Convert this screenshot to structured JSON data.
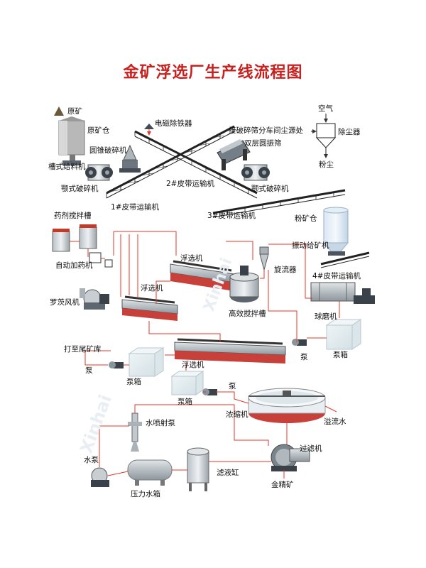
{
  "title": "金矿浮选厂生产线流程图",
  "colors": {
    "flow": "#e03a2a",
    "title": "#c8201e",
    "steel": "#8a949c",
    "dark": "#2c3338"
  },
  "labels": {
    "raw_ore": "原矿",
    "raw_bin": "原矿仓",
    "cone_crusher": "圆锥破碎机",
    "magnet": "电磁除铁器",
    "air": "空气",
    "dust_source": "接破碎筛分车间尘源处",
    "dust_collector": "除尘器",
    "dust": "粉尘",
    "double_screen": "双层圆振筛",
    "trough_feeder": "槽式给料机",
    "jaw_crusher_1": "颚式破碎机",
    "belt_2": "2#皮带运输机",
    "jaw_crusher_2": "颚式破碎机",
    "belt_1": "1#皮带运输机",
    "belt_3": "3#皮带运输机",
    "agent_tank": "药剂搅拌槽",
    "powder_bin": "粉矿仓",
    "vib_feeder": "振动给矿机",
    "auto_dosing": "自动加药机",
    "flotation_1": "浮选机",
    "hydrocyclone": "旋流器",
    "belt_4": "4#皮带运输机",
    "flotation_2": "浮选机",
    "roots_blower": "罗茨风机",
    "agitation_tank": "高效搅拌槽",
    "ball_mill": "球磨机",
    "tailings": "打至尾矿库",
    "pump_1": "泵",
    "pump_box_1": "泵箱",
    "flotation_3": "浮选机",
    "pump_2": "泵",
    "pump_box_2": "泵箱",
    "pump_box_3": "泵箱",
    "pump_3": "泵",
    "thickener": "浓缩机",
    "overflow": "溢流水",
    "jet_pump": "水喷射泵",
    "filter": "过滤机",
    "water_pump": "水泵",
    "filtrate_tank": "滤液缸",
    "pressure_tank": "压力水箱",
    "concentrate": "金精矿",
    "brand": "Xinhai"
  }
}
